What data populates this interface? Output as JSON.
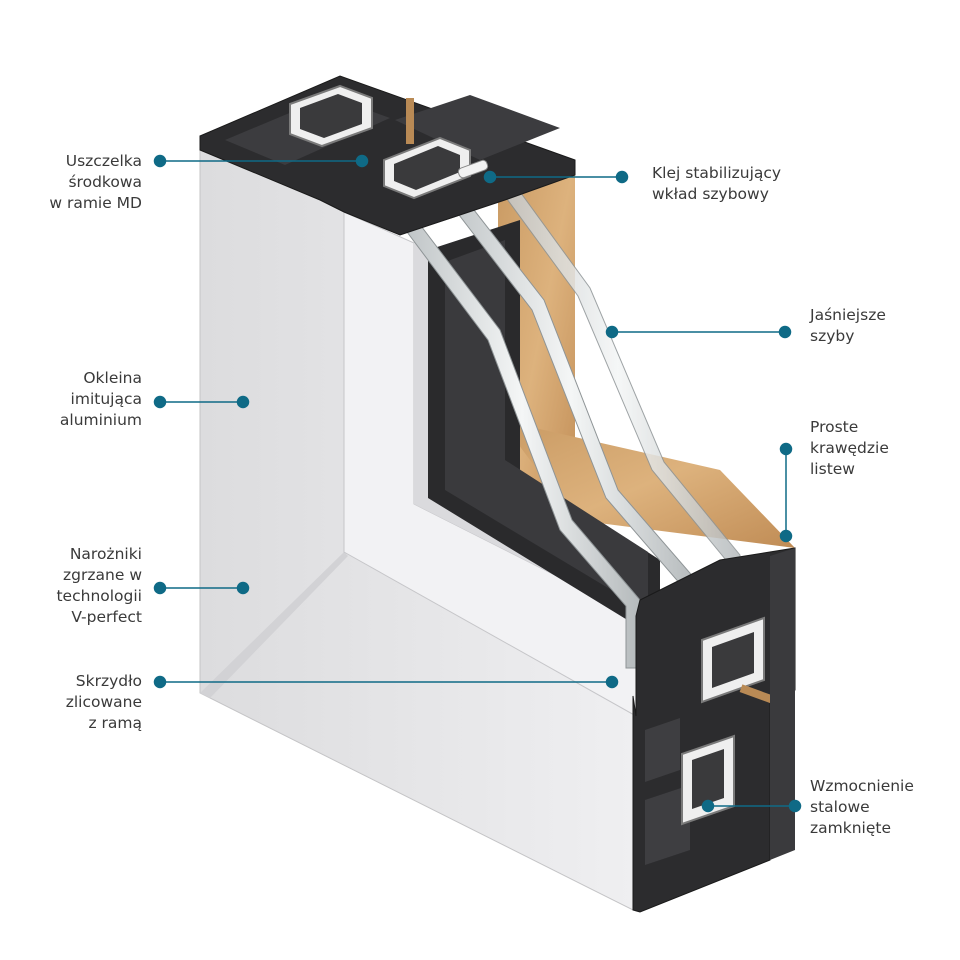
{
  "accent_color": "#0f6a86",
  "callouts": [
    {
      "id": "uszczelka",
      "lines": [
        "Uszczelka",
        "środkowa",
        "w ramie MD"
      ]
    },
    {
      "id": "okleina",
      "lines": [
        "Okleina",
        "imitująca",
        "aluminium"
      ]
    },
    {
      "id": "narozniki",
      "lines": [
        "Narożniki",
        "zgrzane w",
        "technologii",
        "V-perfect"
      ]
    },
    {
      "id": "skrzydlo",
      "lines": [
        "Skrzydło",
        "zlicowane",
        "z ramą"
      ]
    },
    {
      "id": "klej",
      "lines": [
        "Klej stabilizujący",
        "wkład szybowy"
      ]
    },
    {
      "id": "jasniejsze",
      "lines": [
        "Jaśniejsze",
        "szyby"
      ]
    },
    {
      "id": "proste",
      "lines": [
        "Proste",
        "krawędzie",
        "listew"
      ]
    },
    {
      "id": "wzmocnienie",
      "lines": [
        "Wzmocnienie",
        "stalowe",
        "zamknięte"
      ]
    }
  ]
}
